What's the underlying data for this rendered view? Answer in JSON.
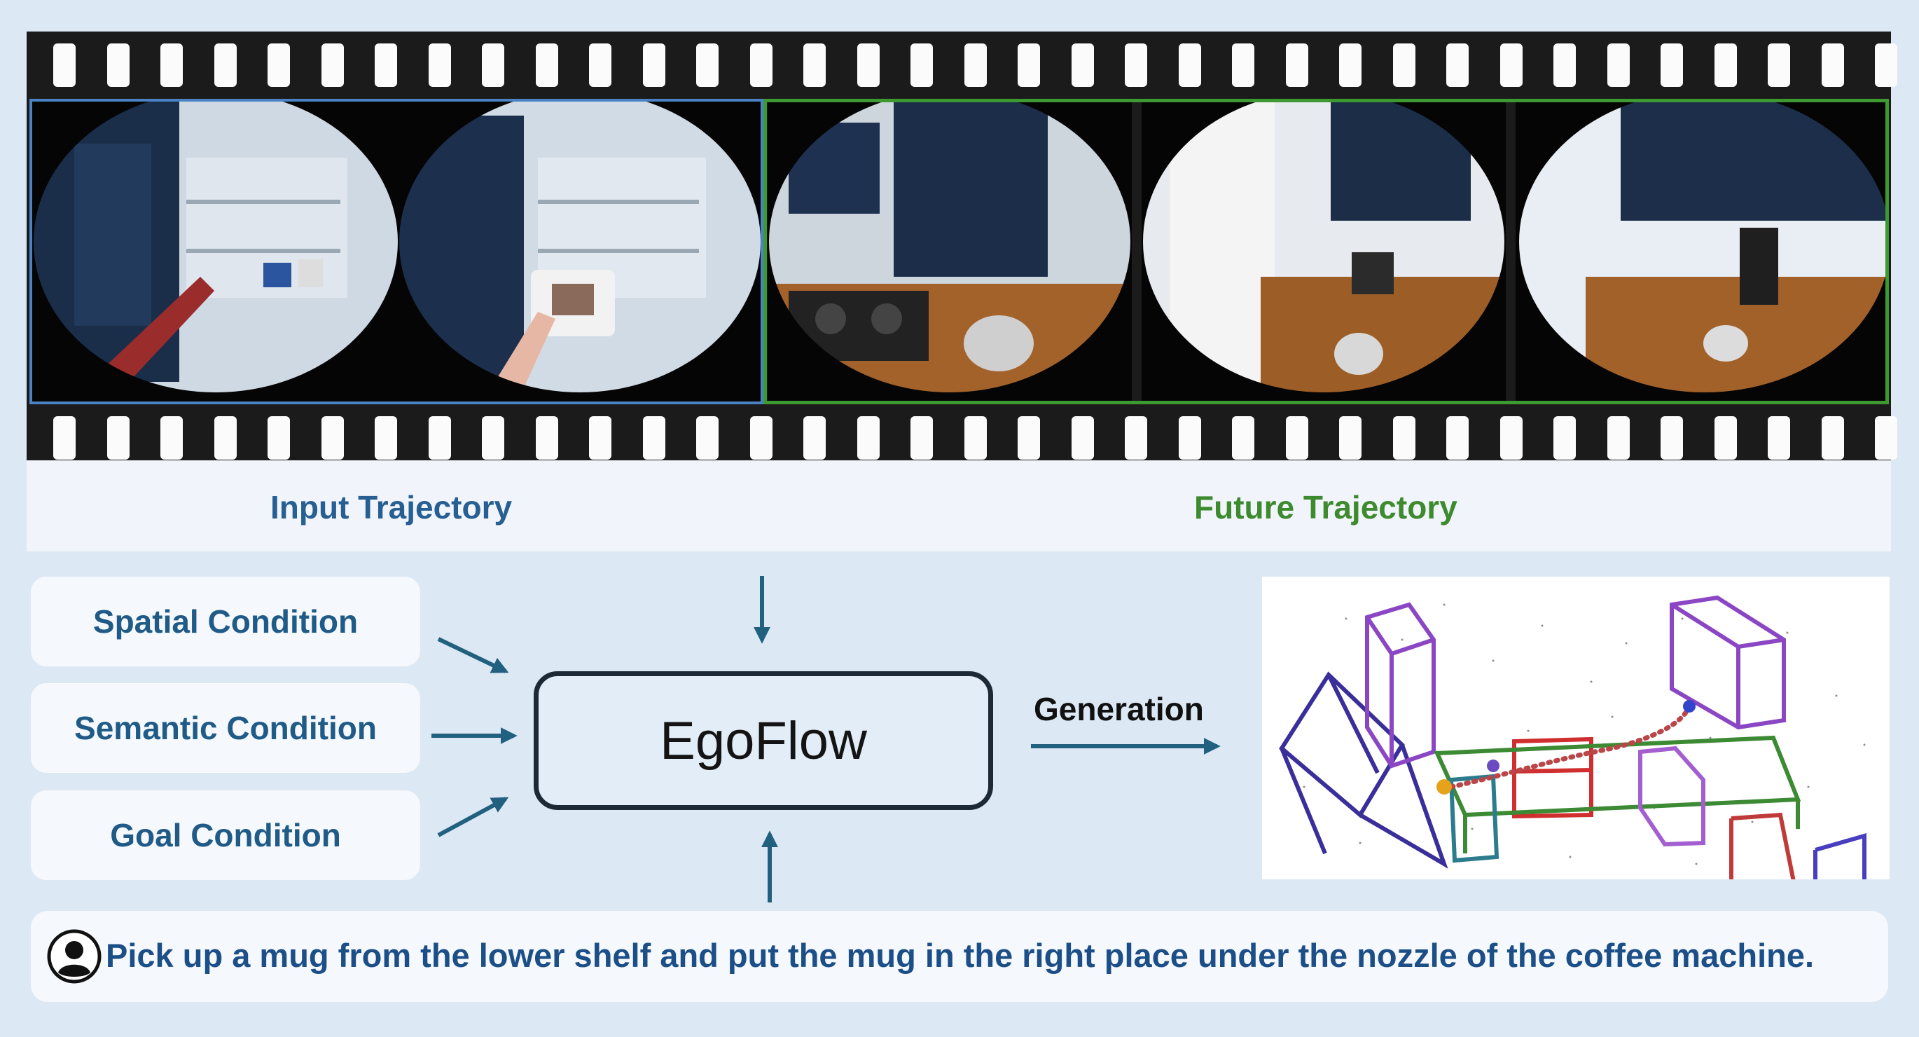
{
  "labels": {
    "input_trajectory": "Input Trajectory",
    "future_trajectory": "Future Trajectory"
  },
  "conditions": [
    {
      "label": "Spatial Condition"
    },
    {
      "label": "Semantic Condition"
    },
    {
      "label": "Goal Condition"
    }
  ],
  "model": {
    "name": "EgoFlow"
  },
  "generation": {
    "label": "Generation"
  },
  "instruction": {
    "text": "Pick up a mug from the lower shelf and put the mug in the right place under the nozzle of the coffee machine."
  },
  "colors": {
    "input_border": "#4a82c3",
    "future_border": "#3c9a31",
    "condition_text": "#205b88",
    "arrow": "#22607f",
    "instruction_text": "#1c4f88"
  },
  "icons": {
    "user": "user-icon",
    "arrow": "arrow-icon"
  }
}
